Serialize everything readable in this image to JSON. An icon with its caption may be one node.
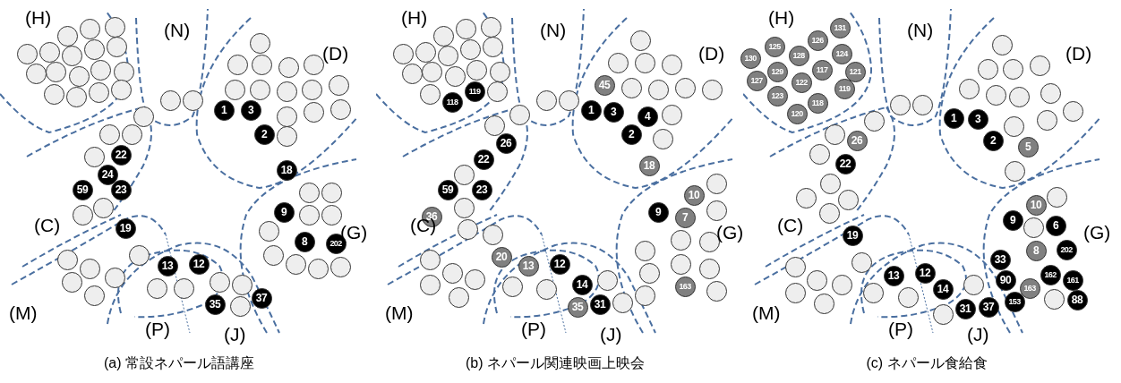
{
  "diagram": {
    "nodes": [
      {
        "text": [],
        "shape": "circle"
      },
      {
        "text": [],
        "shape": "circle"
      },
      {
        "text": [],
        "shape": "circle"
      },
      {
        "text": [],
        "shape": "circle"
      },
      {
        "text": [],
        "shape": "circle"
      },
      {
        "text": [],
        "shape": "circle"
      },
      {
        "text": [],
        "shape": "circle"
      },
      {
        "text": [],
        "shape": "circle"
      },
      {
        "text": [],
        "shape": "circle"
      },
      {
        "text": [],
        "shape": "circle"
      },
      {
        "text": [],
        "shape": "circle"
      },
      {
        "text": [],
        "shape": "circle"
      },
      {
        "text": [],
        "shape": "circle"
      },
      {
        "text": [],
        "shape": "circle"
      },
      {
        "text": [],
        "shape": "circle"
      },
      {
        "text": [],
        "shape": "circle"
      },
      {
        "text": [],
        "shape": "circle"
      },
      {
        "text": [],
        "shape": "circle"
      },
      {
        "text": [],
        "shape": "circle"
      },
      {
        "text": [],
        "shape": "circle"
      },
      {
        "text": [],
        "shape": "circle"
      },
      {
        "text": [],
        "shape": "circle"
      },
      {
        "text": [],
        "shape": "circle"
      },
      {
        "text": [],
        "shape": "circle"
      },
      {
        "text": [],
        "shape": "circle"
      },
      {
        "text": [],
        "shape": "circle"
      },
      {
        "text": [],
        "shape": "circle"
      },
      {
        "text": [],
        "shape": "circle"
      },
      {
        "text": [],
        "shape": "circle"
      },
      {
        "text": [
          "1"
        ]
      },
      {
        "text": [
          "3"
        ]
      },
      {
        "text": [],
        "shape": "circle"
      },
      {
        "text": [],
        "shape": "circle"
      },
      {
        "text": [],
        "shape": "circle"
      },
      {
        "text": [
          "2"
        ]
      },
      {
        "text": [],
        "shape": "circle"
      },
      {
        "text": [
          "18"
        ]
      },
      {
        "text": [],
        "shape": "circle"
      },
      {
        "text": [],
        "shape": "circle"
      },
      {
        "text": [],
        "shape": "circle"
      },
      {
        "text": [
          "22"
        ]
      },
      {
        "text": [],
        "shape": "circle"
      },
      {
        "text": [
          "24"
        ]
      },
      {
        "text": [
          "59"
        ]
      },
      {
        "text": [
          "23"
        ]
      },
      {
        "text": [],
        "shape": "circle"
      },
      {
        "text": [],
        "shape": "circle"
      },
      {
        "text": [
          "19"
        ]
      },
      {
        "text": [],
        "shape": "circle"
      },
      {
        "text": [],
        "shape": "circle"
      },
      {
        "text": [
          "9"
        ]
      },
      {
        "text": [],
        "shape": "circle"
      },
      {
        "text": [],
        "shape": "circle"
      },
      {
        "text": [],
        "shape": "circle"
      },
      {
        "text": [
          "8"
        ]
      },
      {
        "text": [
          "202"
        ]
      },
      {
        "text": [],
        "shape": "circle"
      },
      {
        "text": [],
        "shape": "circle"
      },
      {
        "text": [],
        "shape": "circle"
      },
      {
        "text": [],
        "shape": "circle"
      },
      {
        "text": [],
        "shape": "circle"
      },
      {
        "text": [],
        "shape": "circle"
      },
      {
        "text": [],
        "shape": "circle"
      },
      {
        "text": [],
        "shape": "circle"
      },
      {
        "text": [],
        "shape": "circle"
      },
      {
        "text": [],
        "shape": "circle"
      },
      {
        "text": [
          "13"
        ]
      },
      {
        "text": [
          "12"
        ]
      },
      {
        "text": [],
        "shape": "circle"
      },
      {
        "text": [],
        "shape": "circle"
      },
      {
        "text": [],
        "shape": "circle"
      },
      {
        "text": [
          "35"
        ]
      },
      {
        "text": [],
        "shape": "circle"
      },
      {
        "text": [],
        "shape": "circle"
      },
      {
        "text": [
          "37"
        ]
      },
      {
        "text": [],
        "shape": "circle"
      },
      {
        "text": [],
        "shape": "circle"
      },
      {
        "text": [],
        "shape": "circle"
      },
      {
        "text": [],
        "shape": "circle"
      },
      {
        "text": [],
        "shape": "circle"
      },
      {
        "text": [],
        "shape": "circle"
      },
      {
        "text": [],
        "shape": "circle"
      },
      {
        "text": [],
        "shape": "circle"
      },
      {
        "text": [],
        "shape": "circle"
      },
      {
        "text": [],
        "shape": "circle"
      },
      {
        "text": [],
        "shape": "circle"
      },
      {
        "text": [],
        "shape": "circle"
      },
      {
        "text": [],
        "shape": "circle"
      },
      {
        "text": [],
        "shape": "circle"
      },
      {
        "text": [],
        "shape": "circle"
      },
      {
        "text": [
          "119"
        ]
      },
      {
        "text": [
          "118"
        ]
      },
      {
        "text": [],
        "shape": "circle"
      },
      {
        "text": [],
        "shape": "circle"
      },
      {
        "text": [],
        "shape": "circle"
      },
      {
        "text": [],
        "shape": "circle"
      },
      {
        "text": [],
        "shape": "circle"
      },
      {
        "text": [],
        "shape": "circle"
      },
      {
        "text": [
          "45"
        ]
      },
      {
        "text": [],
        "shape": "circle"
      },
      {
        "text": [],
        "shape": "circle"
      },
      {
        "text": [],
        "shape": "circle"
      },
      {
        "text": [],
        "shape": "circle"
      },
      {
        "text": [
          "1"
        ]
      },
      {
        "text": [
          "3"
        ]
      },
      {
        "text": [
          "4"
        ]
      },
      {
        "text": [],
        "shape": "circle"
      },
      {
        "text": [
          "2"
        ]
      },
      {
        "text": [],
        "shape": "circle"
      },
      {
        "text": [
          "18"
        ]
      },
      {
        "text": [],
        "shape": "circle"
      },
      {
        "text": [],
        "shape": "circle"
      },
      {
        "text": [
          "26"
        ]
      },
      {
        "text": [
          "22"
        ]
      },
      {
        "text": [],
        "shape": "circle"
      },
      {
        "text": [
          "59"
        ]
      },
      {
        "text": [
          "23"
        ]
      },
      {
        "text": [],
        "shape": "circle"
      },
      {
        "text": [
          "36"
        ]
      },
      {
        "text": [],
        "shape": "circle"
      },
      {
        "text": [
          "10"
        ]
      },
      {
        "text": [],
        "shape": "circle"
      },
      {
        "text": [
          "9"
        ]
      },
      {
        "text": [
          "7"
        ]
      },
      {
        "text": [],
        "shape": "circle"
      },
      {
        "text": [],
        "shape": "circle"
      },
      {
        "text": [],
        "shape": "circle"
      },
      {
        "text": [],
        "shape": "circle"
      },
      {
        "text": [],
        "shape": "circle"
      },
      {
        "text": [],
        "shape": "circle"
      },
      {
        "text": [],
        "shape": "circle"
      },
      {
        "text": [
          "163"
        ]
      },
      {
        "text": [],
        "shape": "circle"
      },
      {
        "text": [],
        "shape": "circle"
      },
      {
        "text": [],
        "shape": "circle"
      },
      {
        "text": [],
        "shape": "circle"
      },
      {
        "text": [],
        "shape": "circle"
      },
      {
        "text": [],
        "shape": "circle"
      },
      {
        "text": [],
        "shape": "circle"
      },
      {
        "text": [],
        "shape": "circle"
      },
      {
        "text": [
          "20"
        ]
      },
      {
        "text": [
          "13"
        ]
      },
      {
        "text": [
          "12"
        ]
      },
      {
        "text": [
          "14"
        ]
      },
      {
        "text": [],
        "shape": "circle"
      },
      {
        "text": [],
        "shape": "circle"
      },
      {
        "text": [
          "35"
        ]
      },
      {
        "text": [
          "31"
        ]
      },
      {
        "text": [],
        "shape": "circle"
      },
      {
        "text": [],
        "shape": "circle"
      },
      {
        "text": [
          "131"
        ]
      },
      {
        "text": [
          "125"
        ]
      },
      {
        "text": [
          "126"
        ]
      },
      {
        "text": [
          "130"
        ]
      },
      {
        "text": [
          "128"
        ]
      },
      {
        "text": [
          "124"
        ]
      },
      {
        "text": [
          "129"
        ]
      },
      {
        "text": [
          "117"
        ]
      },
      {
        "text": [
          "121"
        ]
      },
      {
        "text": [
          "127"
        ]
      },
      {
        "text": [
          "122"
        ]
      },
      {
        "text": [
          "119"
        ]
      },
      {
        "text": [
          "123"
        ]
      },
      {
        "text": [
          "118"
        ]
      },
      {
        "text": [
          "120"
        ]
      },
      {
        "text": [],
        "shape": "circle"
      },
      {
        "text": [],
        "shape": "circle"
      },
      {
        "text": [],
        "shape": "circle"
      },
      {
        "text": [],
        "shape": "circle"
      },
      {
        "text": [],
        "shape": "circle"
      },
      {
        "text": [],
        "shape": "circle"
      },
      {
        "text": [],
        "shape": "circle"
      },
      {
        "text": [],
        "shape": "circle"
      },
      {
        "text": [],
        "shape": "circle"
      },
      {
        "text": [],
        "shape": "circle"
      },
      {
        "text": [],
        "shape": "circle"
      },
      {
        "text": [
          "1"
        ]
      },
      {
        "text": [
          "3"
        ]
      },
      {
        "text": [],
        "shape": "circle"
      },
      {
        "text": [],
        "shape": "circle"
      },
      {
        "text": [
          "2"
        ]
      },
      {
        "text": [
          "5"
        ]
      },
      {
        "text": [],
        "shape": "circle"
      },
      {
        "text": [],
        "shape": "circle"
      },
      {
        "text": [],
        "shape": "circle"
      },
      {
        "text": [
          "26"
        ]
      },
      {
        "text": [],
        "shape": "circle"
      },
      {
        "text": [
          "22"
        ]
      },
      {
        "text": [],
        "shape": "circle"
      },
      {
        "text": [],
        "shape": "circle"
      },
      {
        "text": [],
        "shape": "circle"
      },
      {
        "text": [],
        "shape": "circle"
      },
      {
        "text": [
          "19"
        ]
      },
      {
        "text": [],
        "shape": "circle"
      },
      {
        "text": [],
        "shape": "circle"
      },
      {
        "text": [],
        "shape": "circle"
      },
      {
        "text": [],
        "shape": "circle"
      },
      {
        "text": [],
        "shape": "circle"
      },
      {
        "text": [],
        "shape": "circle"
      },
      {
        "text": [
          "13"
        ]
      },
      {
        "text": [
          "12"
        ]
      },
      {
        "text": [],
        "shape": "circle"
      },
      {
        "text": [],
        "shape": "circle"
      },
      {
        "text": [
          "14"
        ]
      },
      {
        "text": [],
        "shape": "circle"
      },
      {
        "text": [
          "31"
        ]
      },
      {
        "text": [
          "37"
        ]
      },
      {
        "text": [],
        "shape": "circle"
      },
      {
        "text": [],
        "shape": "circle"
      },
      {
        "text": [
          "10"
        ]
      },
      {
        "text": [
          "9"
        ]
      },
      {
        "text": [
          "6"
        ]
      },
      {
        "text": [],
        "shape": "circle"
      },
      {
        "text": [
          "8"
        ]
      },
      {
        "text": [
          "202"
        ]
      },
      {
        "text": [
          "33"
        ]
      },
      {
        "text": [
          "90"
        ]
      },
      {
        "text": [
          "162"
        ]
      },
      {
        "text": [
          "161"
        ]
      },
      {
        "text": [
          "163"
        ]
      },
      {
        "text": [
          "153"
        ]
      },
      {
        "text": [],
        "shape": "circle"
      },
      {
        "text": [
          "88"
        ]
      }
    ],
    "labels": [
      "(H)",
      "(N)",
      "(D)",
      "(C)",
      "(G)",
      "(M)",
      "(P)",
      "(J)",
      "(a) 常設ネパール語講座",
      "(H)",
      "(N)",
      "(D)",
      "(C)",
      "(G)",
      "(M)",
      "(P)",
      "(J)",
      "(b) ネパール関連映画上映会",
      "(H)",
      "(N)",
      "(D)",
      "(C)",
      "(G)",
      "(M)",
      "(P)",
      "(J)",
      "(c) ネパール食給食"
    ]
  }
}
